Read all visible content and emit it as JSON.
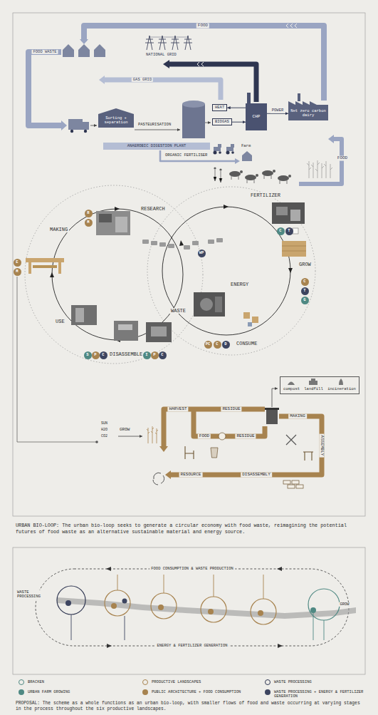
{
  "diagram": {
    "caption": "PROPOSAL: The scheme as a whole functions as an urban bio-loop, with smaller flows of food and waste occurring at varying stages in the process throughout the six productive landscapes.",
    "nodes": [
      {
        "text": [
          "Sorting + separation"
        ]
      },
      {
        "text": [
          "HEAT"
        ]
      },
      {
        "text": [
          "BIOGAS"
        ]
      },
      {
        "text": [
          "CHP"
        ]
      },
      {
        "text": [
          "Net zero carbon dairy"
        ]
      },
      {
        "text": [
          "ANAEROBIC DIGESTION PLANT"
        ]
      },
      {
        "text": [
          "R"
        ]
      },
      {
        "text": [
          "M"
        ]
      },
      {
        "text": [
          "E"
        ]
      },
      {
        "text": [
          "M"
        ]
      },
      {
        "text": [
          "WP"
        ]
      },
      {
        "text": [
          "S"
        ]
      },
      {
        "text": [
          "P"
        ]
      },
      {
        "text": [
          "C"
        ]
      },
      {
        "text": [
          "I"
        ]
      },
      {
        "text": [
          "P"
        ]
      },
      {
        "text": [
          "C"
        ]
      },
      {
        "text": [
          "C"
        ]
      },
      {
        "text": [
          "T"
        ]
      },
      {
        "text": [
          "C"
        ]
      },
      {
        "text": [
          "T"
        ]
      },
      {
        "text": [
          "G"
        ]
      },
      {
        "text": [
          "PC"
        ]
      },
      {
        "text": [
          "C"
        ]
      },
      {
        "text": [
          "D"
        ]
      },
      {
        "text": [
          "compost",
          "landfill",
          "incineration"
        ]
      }
    ],
    "edges": [
      {
        "from": 2,
        "to": 3,
        "arrow": "to"
      },
      {
        "from": 3,
        "to": 1,
        "arrow": "to"
      },
      {
        "from": 3,
        "to": 4,
        "label": "POWER",
        "arrow": "to"
      }
    ],
    "labels": [
      "FOOD",
      "FOOD WASTE",
      "NATIONAL GRID",
      "GAS GRID",
      "PASTEURISATION",
      "ORGANIC FERTILISER",
      "Farm",
      "FOOD",
      "RESEARCH",
      "MAKING",
      "USE",
      "DISASSEMBLE",
      "WASTE",
      "ENERGY",
      "FERTILIZER",
      "GROW",
      "CONSUME",
      "SUN",
      "H2O",
      "CO2",
      "GROW",
      "HARVEST",
      "RESIDUE",
      "FOOD",
      "RESIDUE",
      "MAKING",
      "ASSEMBLY",
      "DISASSEMBLY",
      "RESOURCE",
      "URBAN BIO-LOOP: The urban bio-loop seeks to generate a circular economy with food waste, reimagining the potential futures of food waste as an alternative sustainable material and energy source.",
      "FOOD CONSUMPTION & WASTE PRODUCTION",
      "WASTE PROCESSING",
      "GROW",
      "ENERGY & FERTILIZER GENERATION"
    ],
    "legend": [
      {
        "text": "BRACKEN"
      },
      {
        "text": "PRODUCTIVE LANDSCAPES"
      },
      {
        "text": "WASTE PROCESSING"
      },
      {
        "text": "URBAN FARM GROWING",
        "color": "#4f8983"
      },
      {
        "text": "PUBLIC ARCHITECTURE + FOOD CONSUMPTION",
        "color": "#a7834f"
      },
      {
        "text": "WASTE PROCESSING + ENERGY & FERTILIZER GENERATION",
        "color": "#3d4560"
      }
    ]
  }
}
